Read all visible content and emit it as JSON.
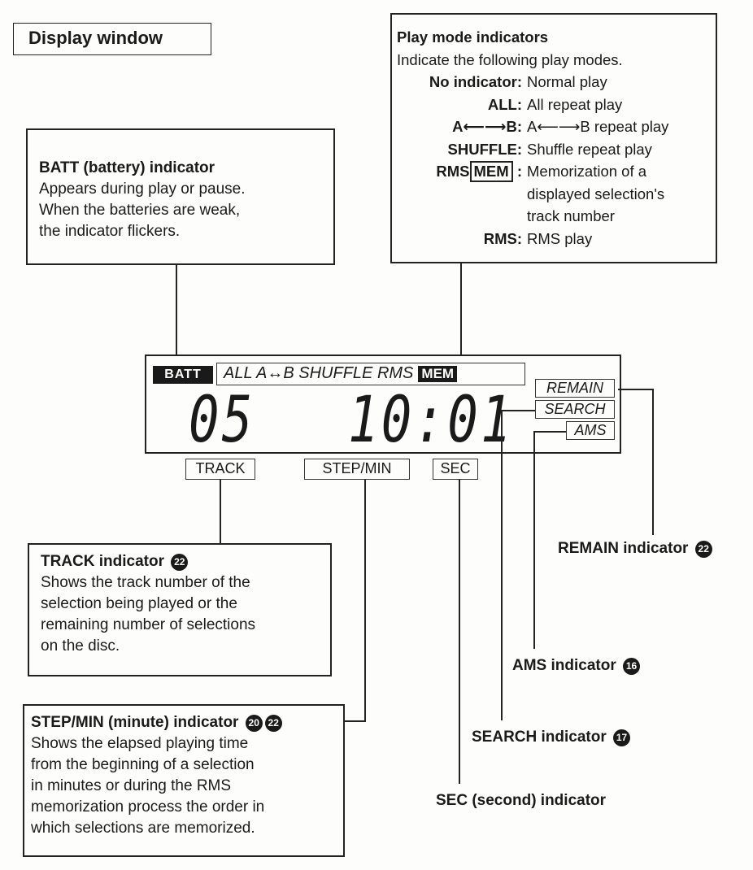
{
  "page_title": "Display window",
  "batt_callout": {
    "heading": "BATT (battery) indicator",
    "lines": [
      "Appears during play or pause.",
      "When the batteries are weak,",
      "the indicator flickers."
    ]
  },
  "play_mode": {
    "heading": "Play mode indicators",
    "intro": "Indicate the following play modes.",
    "rows": [
      {
        "key": "No indicator:",
        "value": "Normal play"
      },
      {
        "key": "ALL:",
        "value": "All repeat play"
      },
      {
        "key": "A⟵⟶B:",
        "value": "A⟵⟶B repeat play"
      },
      {
        "key": "SHUFFLE:",
        "value": "Shuffle repeat play"
      },
      {
        "key": "RMS",
        "key_box": "MEM",
        "key_suffix": " :",
        "value": "Memorization of a",
        "cont": [
          "displayed selection's",
          "track number"
        ]
      },
      {
        "key": "RMS:",
        "value": "RMS play"
      }
    ]
  },
  "lcd": {
    "batt": "BATT",
    "modes": "ALL A↔B  SHUFFLE  RMS",
    "mem": "MEM",
    "track_digits": "05",
    "time_digits": "10:01",
    "remain": "REMAIN",
    "search": "SEARCH",
    "ams": "AMS"
  },
  "under_labels": {
    "track": "TRACK",
    "step_min": "STEP/MIN",
    "sec": "SEC"
  },
  "track_callout": {
    "heading": "TRACK indicator",
    "ref": "22",
    "lines": [
      "Shows the track number of the",
      "selection being played or the",
      "remaining number of selections",
      "on the disc."
    ]
  },
  "stepmin_callout": {
    "heading": "STEP/MIN (minute) indicator",
    "refs": [
      "20",
      "22"
    ],
    "lines": [
      "Shows the elapsed playing time",
      "from the beginning of a selection",
      "in minutes or during the RMS",
      "memorization process the order in",
      "which selections are memorized."
    ]
  },
  "labels": {
    "remain": {
      "text": "REMAIN indicator",
      "ref": "22"
    },
    "ams": {
      "text": "AMS indicator",
      "ref": "16"
    },
    "search": {
      "text": "SEARCH indicator",
      "ref": "17"
    },
    "sec": {
      "text": "SEC (second) indicator"
    }
  }
}
